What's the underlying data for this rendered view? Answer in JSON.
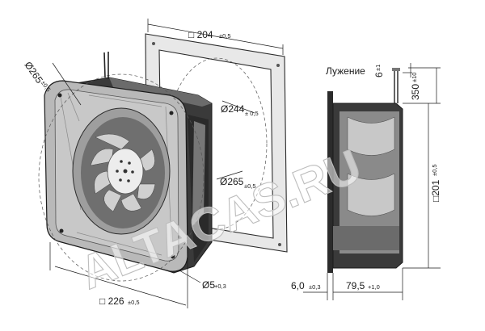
{
  "dimensions": {
    "d265_outer": {
      "value": "Ø265",
      "tol": "±0,5"
    },
    "sq204": {
      "value": "□ 204",
      "tol": "±0,5"
    },
    "d244": {
      "value": "Ø244",
      "tol": "± 0,5"
    },
    "d265_inner": {
      "value": "Ø265",
      "tol": "±0,5"
    },
    "sq226": {
      "value": "□ 226",
      "tol": "±0,5"
    },
    "d5": {
      "value": "Ø5",
      "tol": "+0,3"
    },
    "h6": {
      "value": "6",
      "tol": "±1"
    },
    "w350": {
      "value": "350",
      "tol": "±10"
    },
    "h201": {
      "value": "□201",
      "tol": "±0,5"
    },
    "t6": {
      "value": "6,0",
      "tol": "±0,3"
    },
    "t79": {
      "value": "79,5",
      "tol": "+1,0"
    }
  },
  "labels": {
    "tinning": "Лужение"
  },
  "watermark": "ALTACAS.RU",
  "colors": {
    "line": "#1a1a1a",
    "fan_dark": "#2b2b2b",
    "fan_mid": "#8a8a8a",
    "fan_light": "#d2d2d2",
    "frame_fill": "#e6e6e6"
  }
}
